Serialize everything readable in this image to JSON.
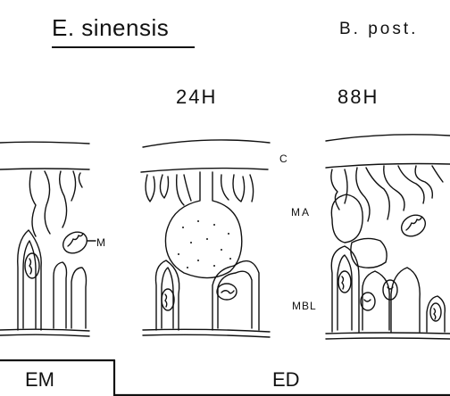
{
  "header": {
    "species": "E. sinensis",
    "region": "B. post."
  },
  "timepoints": [
    "24H",
    "88H"
  ],
  "labels": {
    "cuticle": "C",
    "mitochondrion": "M",
    "membrane_area": "MA",
    "mbl": "MBL"
  },
  "stages": {
    "em": "EM",
    "ed": "ED"
  }
}
